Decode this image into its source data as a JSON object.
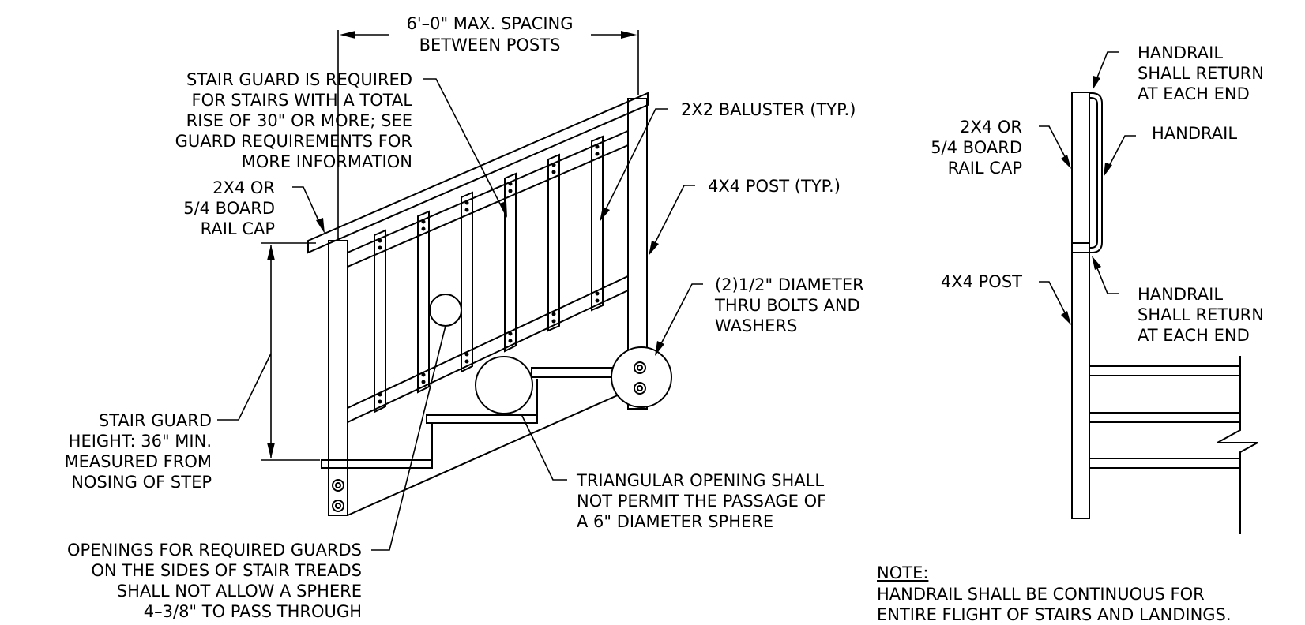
{
  "labels": {
    "spacing_l1": "6'–0\" MAX. SPACING",
    "spacing_l2": "BETWEEN POSTS",
    "guard_req_l1": "STAIR GUARD IS REQUIRED",
    "guard_req_l2": "FOR STAIRS WITH A TOTAL",
    "guard_req_l3": "RISE OF 30\" OR MORE; SEE",
    "guard_req_l4": "GUARD REQUIREMENTS FOR",
    "guard_req_l5": "MORE INFORMATION",
    "railcap_l1": "2X4 OR",
    "railcap_l2": "5/4 BOARD",
    "railcap_l3": "RAIL CAP",
    "baluster": "2X2 BALUSTER (TYP.)",
    "post_typ": "4X4 POST (TYP.)",
    "bolts_l1": "(2)1/2\" DIAMETER",
    "bolts_l2": "THRU BOLTS AND",
    "bolts_l3": "WASHERS",
    "height_l1": "STAIR GUARD",
    "height_l2": "HEIGHT: 36\" MIN.",
    "height_l3": "MEASURED FROM",
    "height_l4": "NOSING OF STEP",
    "triangle_l1": "TRIANGULAR OPENING SHALL",
    "triangle_l2": "NOT PERMIT THE PASSAGE OF",
    "triangle_l3": "A 6\" DIAMETER SPHERE",
    "openings_l1": "OPENINGS FOR REQUIRED GUARDS",
    "openings_l2": "ON THE SIDES OF STAIR TREADS",
    "openings_l3": "SHALL NOT ALLOW A SPHERE",
    "openings_l4": "4–3/8\" TO PASS THROUGH",
    "hr_return_top_l1": "HANDRAIL",
    "hr_return_top_l2": "SHALL RETURN",
    "hr_return_top_l3": "AT EACH END",
    "handrail": "HANDRAIL",
    "side_railcap_l1": "2X4 OR",
    "side_railcap_l2": "5/4 BOARD",
    "side_railcap_l3": "RAIL CAP",
    "side_post": "4X4 POST",
    "hr_return_bot_l1": "HANDRAIL",
    "hr_return_bot_l2": "SHALL RETURN",
    "hr_return_bot_l3": "AT EACH END",
    "note_title": "NOTE:",
    "note_l1": "HANDRAIL SHALL BE CONTINUOUS FOR",
    "note_l2": "ENTIRE FLIGHT OF STAIRS AND LANDINGS."
  }
}
